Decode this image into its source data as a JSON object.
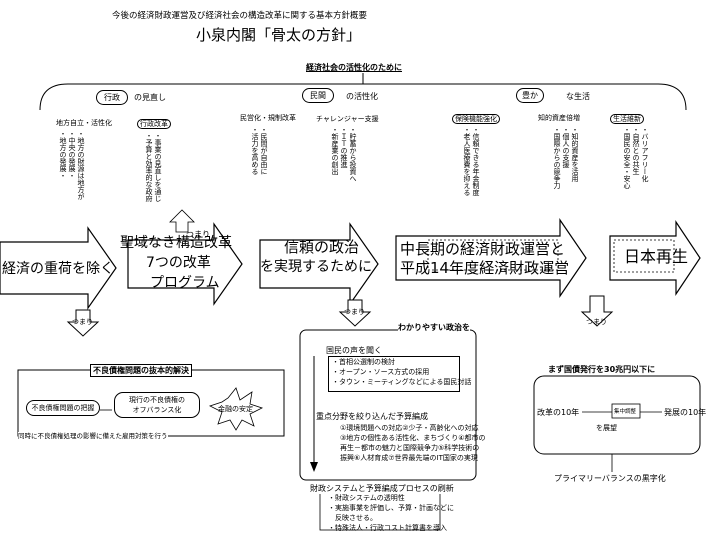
{
  "header": {
    "subtitle": "今後の経済財政運営及び経済社会の構造改革に関する基本方針概要",
    "title": "小泉内閣「骨太の方針」"
  },
  "top_section": {
    "heading": "経済社会の活性化のために",
    "cat_gyosei": "行政",
    "cat_gyosei_suffix": "の見直し",
    "cat_minkan": "民間",
    "cat_minkan_suffix": "の活性化",
    "cat_yutaka": "豊か",
    "cat_yutaka_suffix": "な生活",
    "col_labels": [
      "地方自立・活性化",
      "行政改革",
      "民営化・規制改革",
      "チャレンジャー支援",
      "保険機能強化",
      "知的資産倍増",
      "生活維新"
    ],
    "col_texts": [
      "・地方の財源は地方が\n・中央の発展・\n・地方の発展・",
      "・事業の見直しを通じ\n・予算と効率的な政府",
      "・民間が自由に\n・活力を高める",
      "・貯蓄から投資へ\n・ＩＴの推進\n・新産業の創出",
      "・信頼できる年金制度\n・老人医療費を抑える",
      "・知的資産を活用\n・個人の支援\n・国際からの競争力",
      "・バリアフリー化\n・自然との共生\n・国民の安全・安心"
    ]
  },
  "arrows": {
    "a1": "経済の重荷を除く",
    "a2_line1": "聖域なき構造改革",
    "a2_line2": "7つの改革",
    "a2_line3": "プログラム",
    "a2_tsumari": "つまり",
    "a3_line1": "信頼の政治",
    "a3_line2": "を実現するために",
    "a4_line1": "中長期の経済財政運営と",
    "a4_line2": "平成14年度経済財政運営",
    "a5": "日本再生"
  },
  "tsumari": [
    "つまり",
    "つまり",
    "つまり"
  ],
  "left_box": {
    "title": "不良債権問題の抜本的解決",
    "pill1": "不良債権問題の把握",
    "pill2_line1": "現行の不良債権の",
    "pill2_line2": "オフバランス化",
    "starburst": "金融の安定",
    "footer": "同時に不良債権処理の影響に備えた雇用対策を行う"
  },
  "middle_box": {
    "title": "わかりやすい政治を",
    "s1_title": "国民の声を聞く",
    "s1_items": [
      "・首相公選制の検討",
      "・オープン・ソース方式の採用",
      "・タウン・ミーティングなどによる国民対話"
    ],
    "s2_title": "重点分野を絞り込んだ予算編成",
    "s2_items": [
      "①環境問題への対応②少子・高齢化への対応",
      "③地方の個性ある活性化、まちづくり④都市の",
      "再生－都市の魅力と国際競争力⑤科学技術の",
      "振興⑥人材育成⑦世界最先端のIT国家の実現"
    ],
    "s3_title": "財政システムと予算編成プロセスの刷新",
    "s3_items": [
      "・財政システムの透明性",
      "・実施事業を評価し、予算・計画などに",
      "　反映させる。",
      "・特殊法人・行政コスト計算書を導入"
    ]
  },
  "right_box": {
    "title": "まず国債発行を30兆円以下に",
    "left_label": "改革の10年",
    "middle_label": "集中調整",
    "right_label": "発展の10年",
    "sub_label": "を展望",
    "footer": "プライマリーバランスの黒字化"
  }
}
